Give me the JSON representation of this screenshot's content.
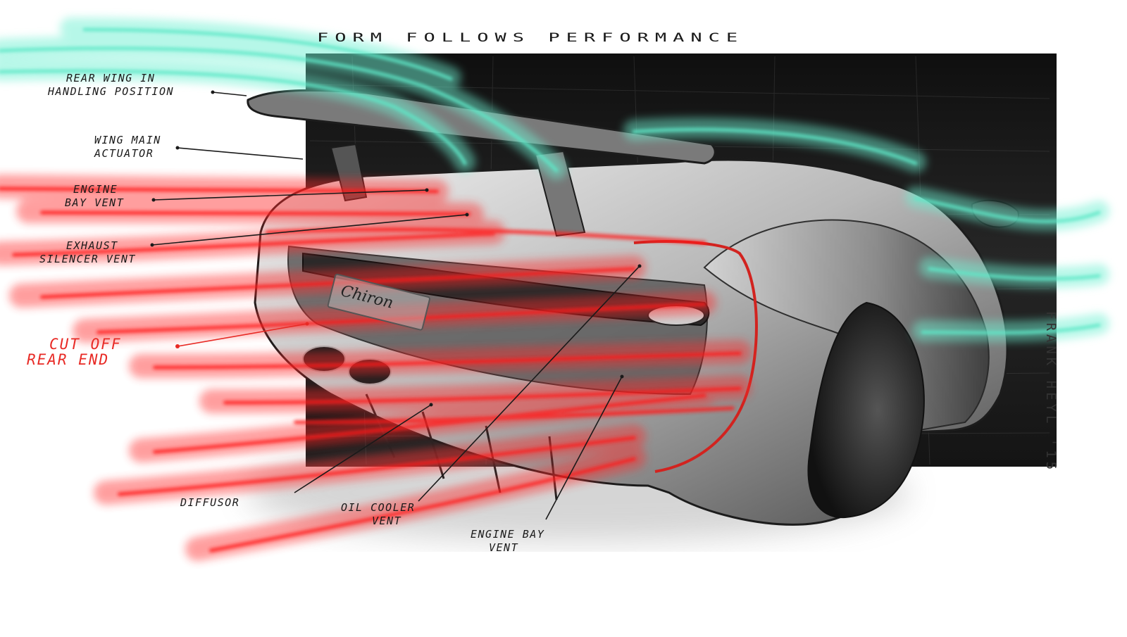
{
  "title": "FORM FOLLOWS PERFORMANCE",
  "brand_mark": "Chiron",
  "signature": "FRANK HEYL '15",
  "colors": {
    "heat_flow": "#ff2a2a",
    "cool_flow": "#6ff0d2",
    "backdrop": "#1b1b1b",
    "highlight_label": "#e82a25",
    "ink": "#1a1a1a"
  },
  "callouts": [
    {
      "id": "rear-wing",
      "lines": [
        "REAR WING IN",
        "HANDLING POSITION"
      ],
      "highlight": false
    },
    {
      "id": "wing-actuator",
      "lines": [
        "WING MAIN",
        "ACTUATOR"
      ],
      "highlight": false
    },
    {
      "id": "engine-bay-vent-top",
      "lines": [
        "ENGINE",
        "BAY VENT"
      ],
      "highlight": false
    },
    {
      "id": "exhaust-vent",
      "lines": [
        "EXHAUST",
        "SILENCER VENT"
      ],
      "highlight": false
    },
    {
      "id": "cut-off-rear-end",
      "lines": [
        "CUT OFF",
        "REAR END"
      ],
      "highlight": true
    },
    {
      "id": "diffusor",
      "lines": [
        "DIFFUSOR"
      ],
      "highlight": false
    },
    {
      "id": "oil-cooler-vent",
      "lines": [
        "OIL COOLER",
        "VENT"
      ],
      "highlight": false
    },
    {
      "id": "engine-bay-vent-bottom",
      "lines": [
        "ENGINE BAY",
        "VENT"
      ],
      "highlight": false
    }
  ]
}
